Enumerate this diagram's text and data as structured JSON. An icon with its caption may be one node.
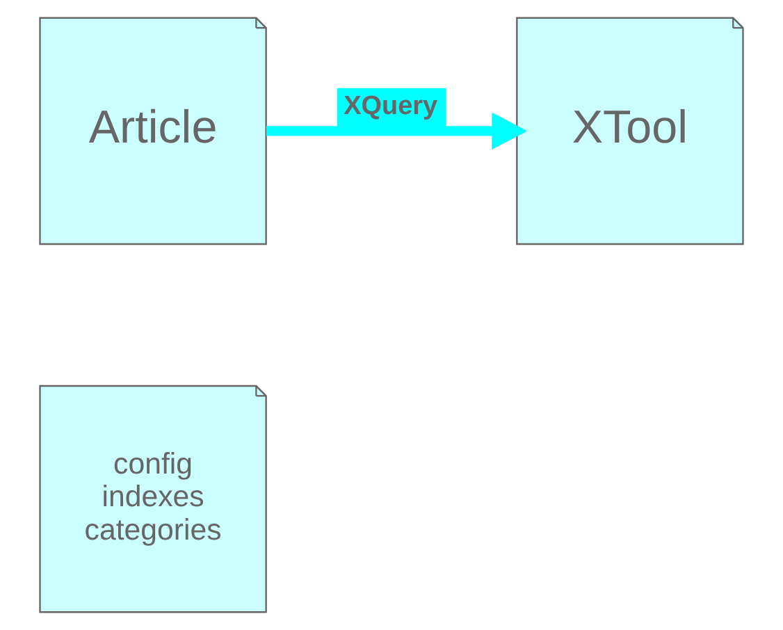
{
  "diagram": {
    "nodes": [
      {
        "text": [
          "Article"
        ]
      },
      {
        "text": [
          "config indexes categories"
        ]
      },
      {
        "text": [
          "XTool"
        ]
      }
    ],
    "edges": [
      {
        "from": 0,
        "to": 2,
        "arrow": "to",
        "label": "XQuery",
        "color": "#00ffff"
      }
    ]
  }
}
